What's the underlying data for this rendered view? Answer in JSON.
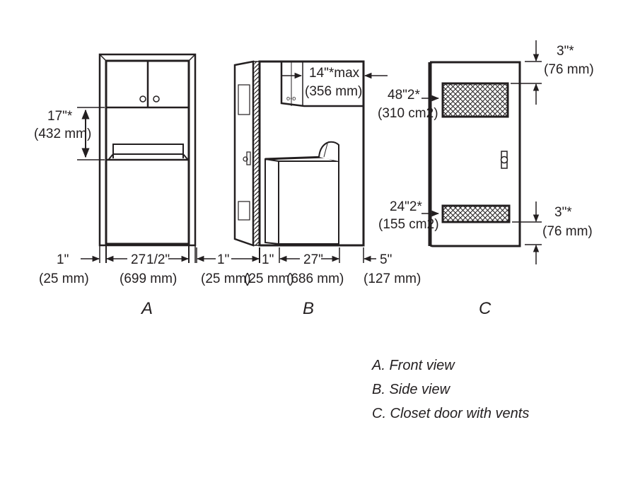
{
  "colors": {
    "ink": "#231f20",
    "background": "#ffffff"
  },
  "view_a": {
    "label": "A",
    "height_in": "17\"*",
    "height_mm": "(432 mm)",
    "left_gap_in": "1\"",
    "left_gap_mm": "(25 mm)",
    "width_in": "27",
    "width_frac": "1/2\"",
    "width_mm": "(699 mm)"
  },
  "view_b": {
    "label": "B",
    "cabinet_in": "14\"*max",
    "cabinet_mm": "(356 mm)",
    "door_gap_in": "1\"",
    "door_gap_mm": "(25 mm)",
    "wall_in": "1\"",
    "wall_mm": "(25 mm)",
    "depth_in": "27\"",
    "depth_mm": "(686 mm)",
    "rear_gap_in": "5\"",
    "rear_gap_mm": "(127 mm)"
  },
  "view_c": {
    "label": "C",
    "top_vent_area_in": "48\"2*",
    "top_vent_area_cm": "(310 cm2)",
    "bottom_vent_area_in": "24\"2*",
    "bottom_vent_area_cm": "(155 cm2)",
    "top_offset_in": "3\"*",
    "top_offset_mm": "(76 mm)",
    "bottom_offset_in": "3\"*",
    "bottom_offset_mm": "(76 mm)"
  },
  "legend": [
    {
      "text": "A. Front view"
    },
    {
      "text": "B. Side view"
    },
    {
      "text": "C. Closet door with vents"
    }
  ]
}
